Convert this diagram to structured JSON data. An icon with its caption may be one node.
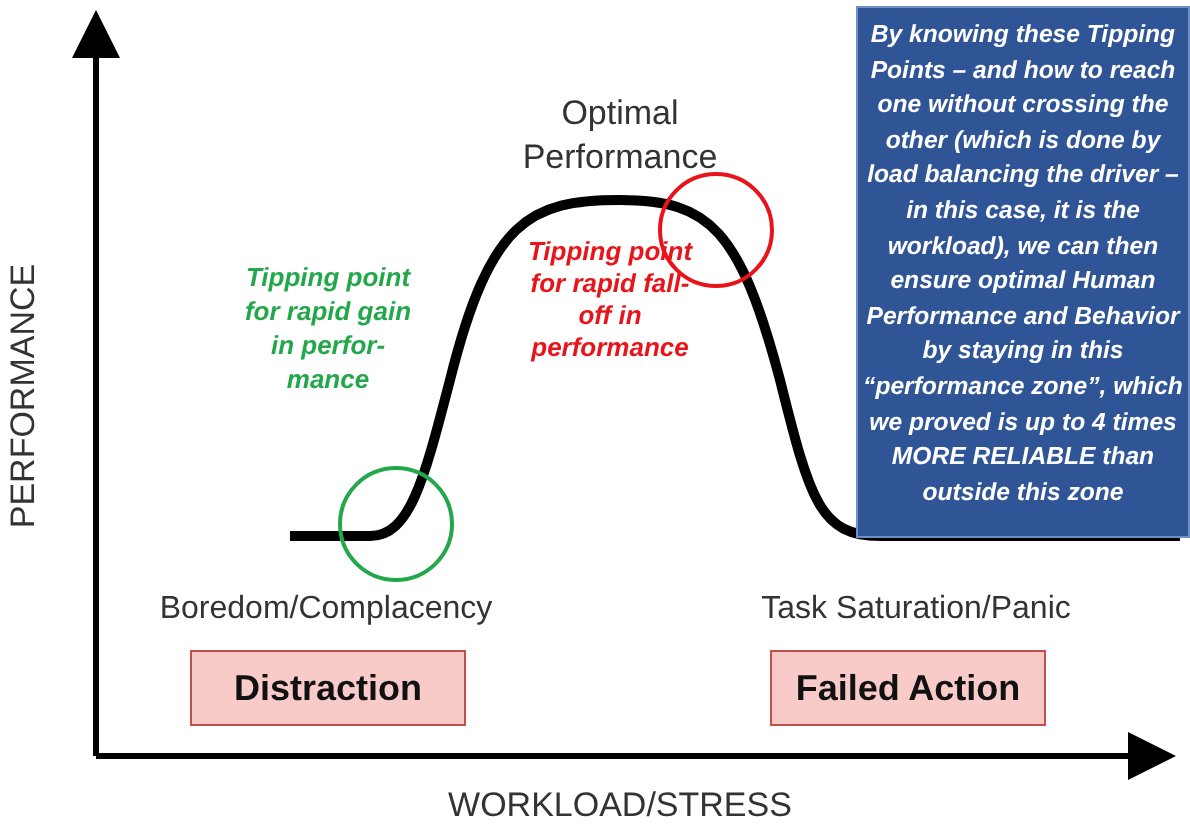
{
  "diagram": {
    "nodes": [
      {
        "text": [
          "Distraction"
        ]
      },
      {
        "text": [
          "Failed Action"
        ]
      },
      {
        "text": [
          "By knowing these Tipping Points – and how to reach one without crossing the other (which is done by load balancing the driver – in this case, it is the workload), we can then ensure optimal Human Performance and Behavior by staying in this “performance zone”, which we proved is up to 4 times MORE RELIABLE than outside this zone"
        ]
      }
    ],
    "labels": [
      "Optimal Performance",
      "Tipping point for rapid fall-off in performance",
      "Tipping point for rapid gain in perfor- mance",
      "PERFORMANCE",
      "Boredom/Complacency",
      "Task Saturation/Panic",
      "WORKLOAD/STRESS"
    ]
  }
}
